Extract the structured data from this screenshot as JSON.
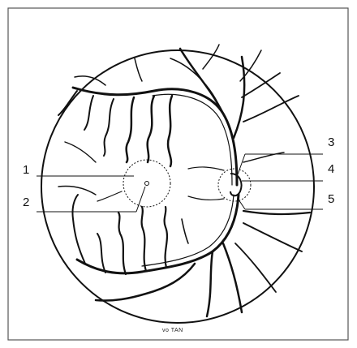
{
  "labels": {
    "macula": "1",
    "fovea": "2",
    "cup": "3",
    "disc": "4",
    "vessels": "5"
  },
  "signature": "vo TAN",
  "colors": {
    "ink": "#111111",
    "frame": "#555555",
    "background": "#ffffff"
  }
}
